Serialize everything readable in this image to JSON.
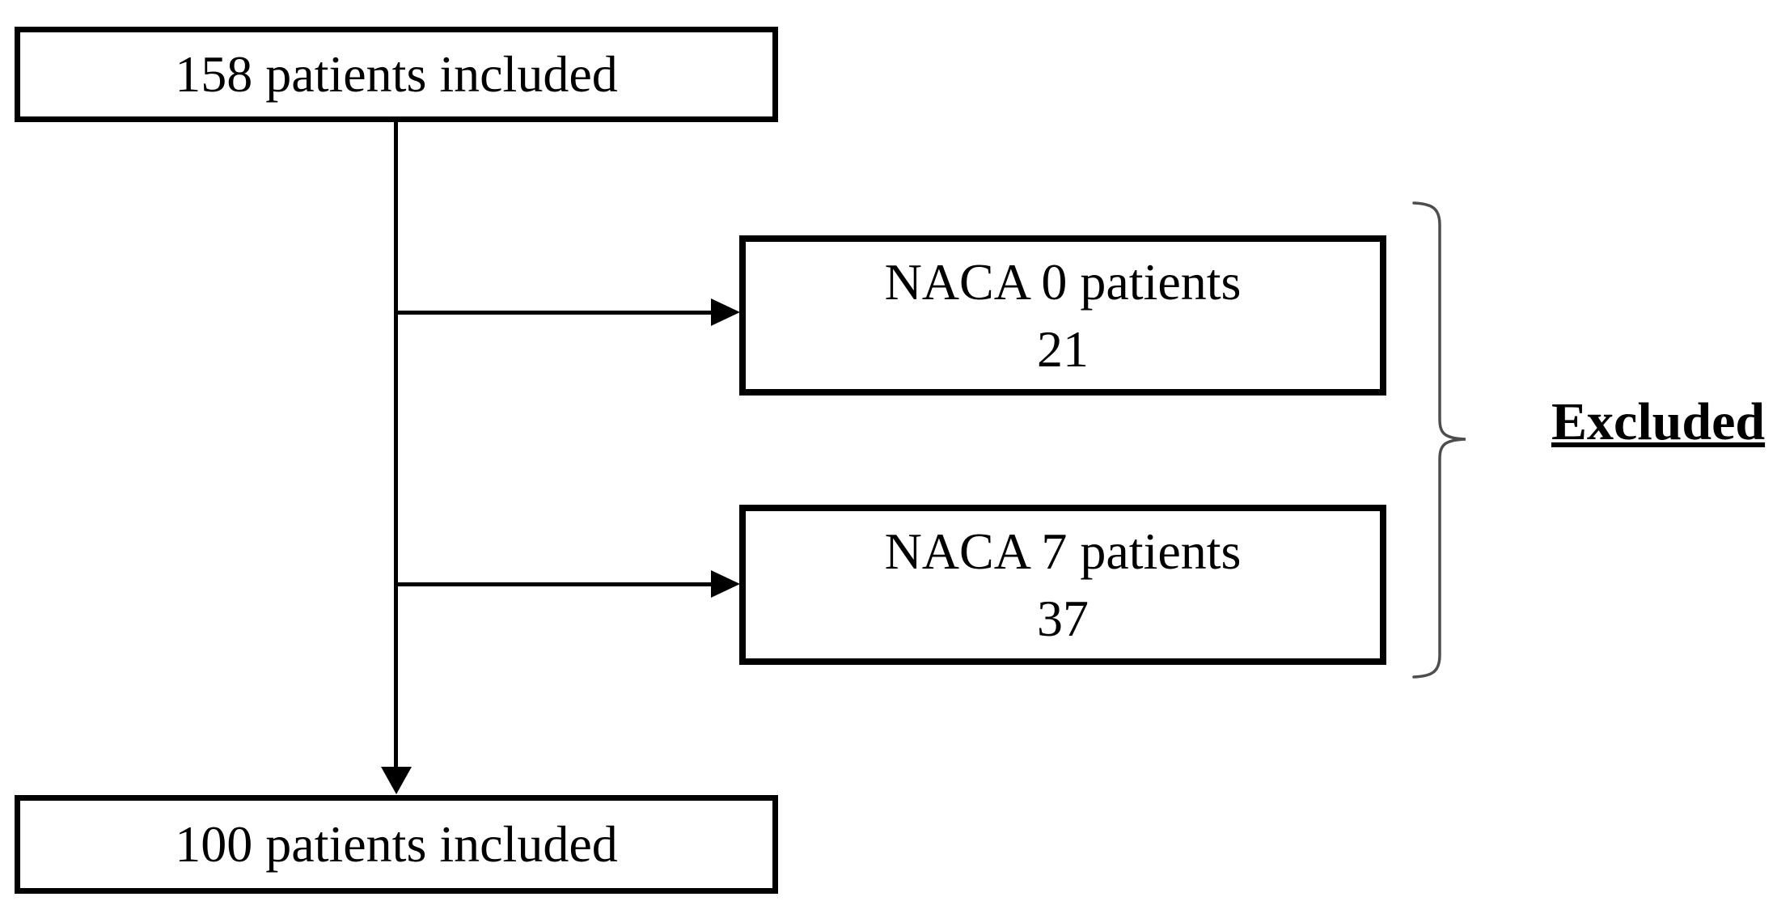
{
  "diagram": {
    "top_box": {
      "label": "158 patients included"
    },
    "branches": [
      {
        "label": "NACA 0 patients",
        "count": "21"
      },
      {
        "label": "NACA 7 patients",
        "count": "37"
      }
    ],
    "excluded_label": "Excluded",
    "bottom_box": {
      "label": "100 patients included"
    },
    "colors": {
      "line": "#000000",
      "brace": "#4d4d4d",
      "background": "#ffffff",
      "text": "#000000"
    }
  }
}
